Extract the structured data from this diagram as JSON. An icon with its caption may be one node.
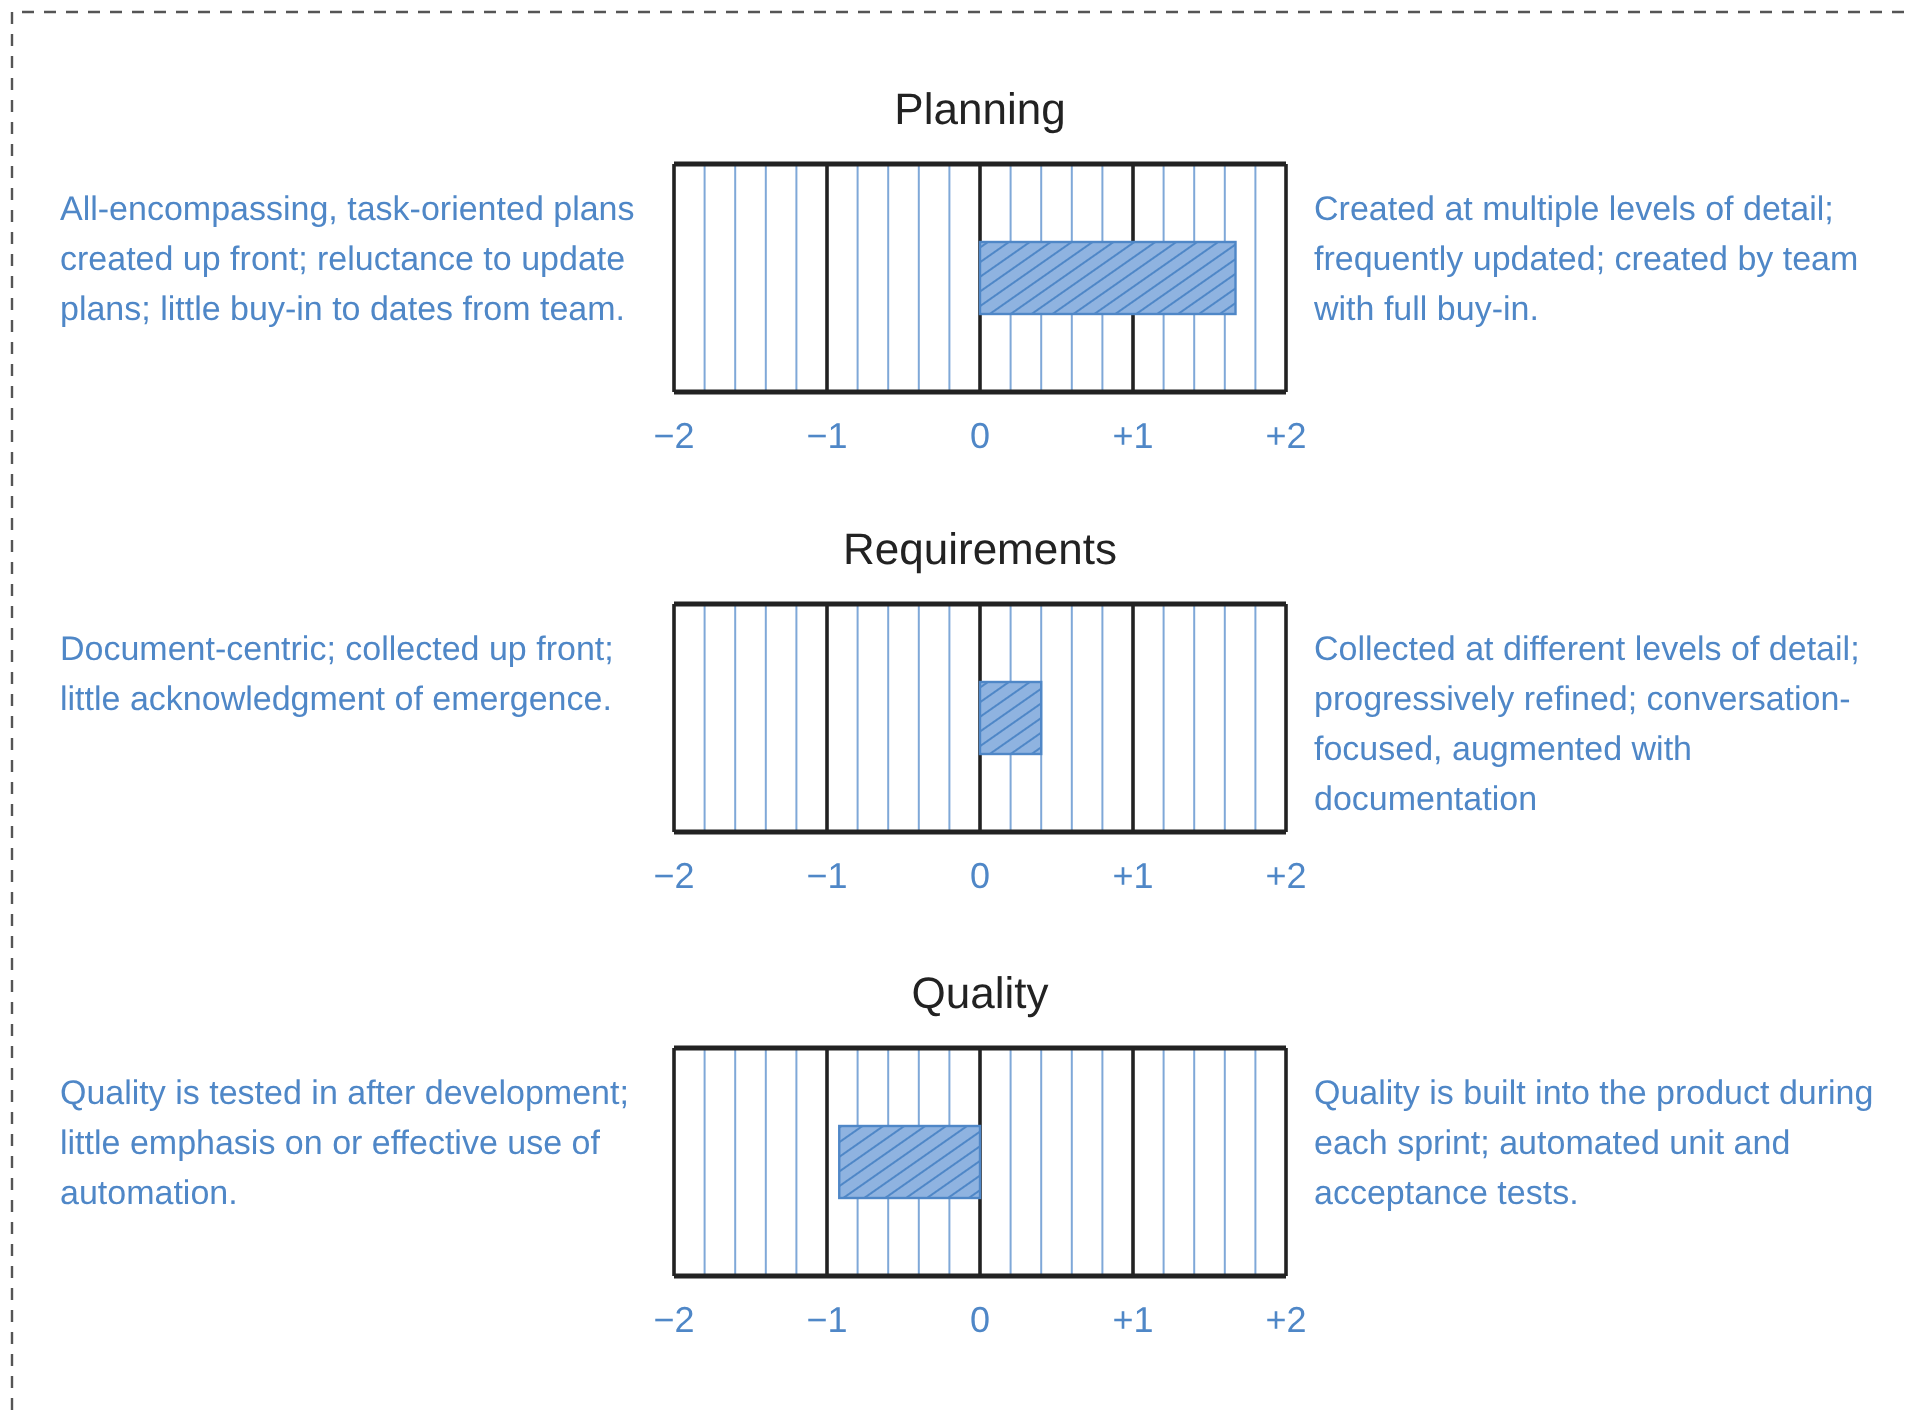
{
  "diagram": {
    "nodes": [
      {
        "text": [
          "Planning"
        ],
        "beside": [
          "All-encompassing, task-oriented plans created up front; reluctance to update plans; little buy-in to dates from team.",
          "Created at multiple levels of detail; frequently updated; created by team with full buy-in."
        ]
      },
      {
        "text": [
          "Requirements"
        ],
        "beside": [
          "Document-centric; collected up front; little acknowledgment of emergence.",
          "Collected at different levels of detail; progressively refined; conversation-focused, augmented with documentation"
        ]
      },
      {
        "text": [
          "Quality"
        ],
        "beside": [
          "Quality is tested in after development; little emphasis on or effective use of automation.",
          "Quality is built into the product during each sprint; automated unit and acceptance tests."
        ]
      }
    ],
    "labels": [
      "−2",
      "−1",
      "0",
      "+1",
      "+2",
      "−2",
      "−1",
      "0",
      "+1",
      "+2",
      "−2",
      "−1",
      "0",
      "+1",
      "+2"
    ]
  }
}
